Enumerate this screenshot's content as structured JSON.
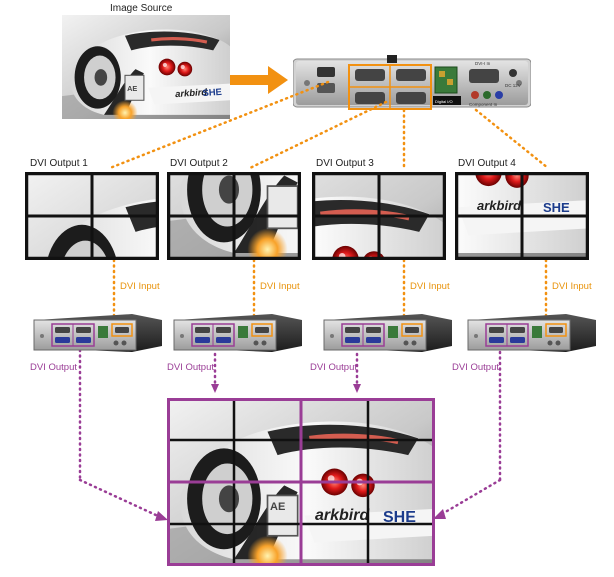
{
  "source": {
    "label": "Image Source"
  },
  "splitter": {
    "port_labels": [
      "DVI-I In",
      "DC 12V",
      "Component In",
      "Digital I/O"
    ]
  },
  "outputs": [
    {
      "label": "DVI Output 1"
    },
    {
      "label": "DVI Output 2"
    },
    {
      "label": "DVI Output 3"
    },
    {
      "label": "DVI Output 4"
    }
  ],
  "processors": [
    {
      "input_label": "DVI Input",
      "output_label": "DVI Output"
    },
    {
      "input_label": "DVI Input",
      "output_label": "DVI Output"
    },
    {
      "input_label": "DVI Input",
      "output_label": "DVI Output"
    },
    {
      "input_label": "DVI Input",
      "output_label": "DVI Output"
    }
  ],
  "car_text": {
    "brand1": "arkbird",
    "brand2": "SHE",
    "sponsor": "AE"
  },
  "colors": {
    "signal_in": "#f29111",
    "signal_out": "#9a3d96",
    "bezel": "#111111",
    "device": "#3a3a3a"
  }
}
